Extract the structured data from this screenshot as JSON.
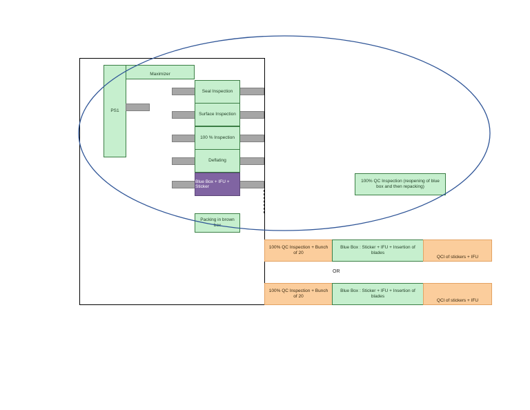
{
  "machines": {
    "ps1": "PS1",
    "maximizer": "Maximizer"
  },
  "stations": [
    "Seal Inspection",
    "Surface Inspection",
    "100 % Inspection",
    "Deflating"
  ],
  "blue_box_station": "Blue Box + IFU + Sticker",
  "packing": "Packing in brown box",
  "qc_reopen": "100% QC Inspection (reopening of blue box and then repacking)",
  "or_label": "OR",
  "option_rows": [
    {
      "qc": "100% QC Inspection + Bunch of 20",
      "bluebox": "Blue Box : Sticker + IFU + Insertion of blades",
      "qcl": "QCl of stickers + IFU"
    },
    {
      "qc": "100% QC Inspection + Bunch of 20",
      "bluebox": "Blue Box : Sticker + IFU + Insertion of blades",
      "qcl": "QCl of stickers + IFU"
    }
  ],
  "colors": {
    "station_fill": "#c6efce",
    "station_border": "#3a7d44",
    "highlight_fill": "#8064a2",
    "option_fill": "#fbcd9c",
    "conveyor_fill": "#a6a6a6",
    "ellipse_stroke": "#2f5597"
  }
}
